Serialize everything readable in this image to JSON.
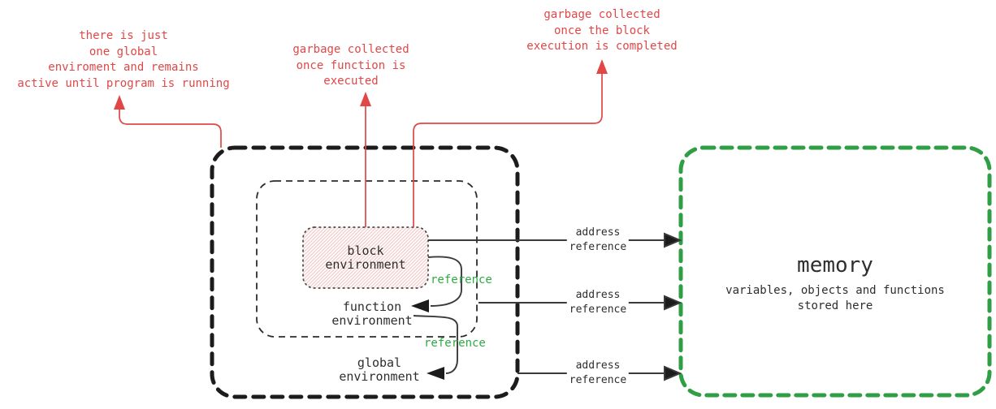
{
  "colors": {
    "annotation_red": "#e14747",
    "reference_green": "#2cab44",
    "memory_border_green": "#2f9e44",
    "box_black": "#1c1c1c",
    "line_black": "#3a3a3a",
    "hatch_pink": "#f3c6c6"
  },
  "notes": {
    "global_note": [
      "there is just",
      "one global",
      "enviroment and remains",
      "active until program is running"
    ],
    "function_note": [
      "garbage collected",
      "once function is",
      "executed"
    ],
    "block_note": [
      "garbage collected",
      "once the block",
      "execution is completed"
    ]
  },
  "environments": {
    "block": [
      "block",
      "environment"
    ],
    "function": [
      "function",
      "environment"
    ],
    "global": [
      "global",
      "environment"
    ]
  },
  "reference_label": "reference",
  "address_label": [
    "address",
    "reference"
  ],
  "memory": {
    "title": "memory",
    "subtitle": [
      "variables, objects and functions",
      "stored here"
    ]
  }
}
